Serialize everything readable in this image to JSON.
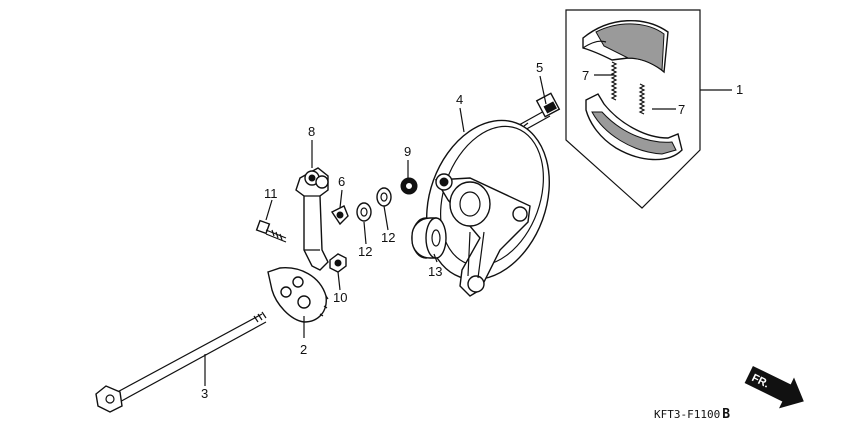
{
  "callouts": {
    "c1": "1",
    "c2": "2",
    "c3": "3",
    "c4": "4",
    "c5": "5",
    "c6": "6",
    "c7a": "7",
    "c7b": "7",
    "c8": "8",
    "c9": "9",
    "c10": "10",
    "c11": "11",
    "c12a": "12",
    "c12b": "12",
    "c13": "13"
  },
  "diagram_code": "KFT3-F1100",
  "diagram_rev": "B",
  "direction_label": "FR.",
  "icons": {
    "direction": "front-arrow-icon"
  }
}
